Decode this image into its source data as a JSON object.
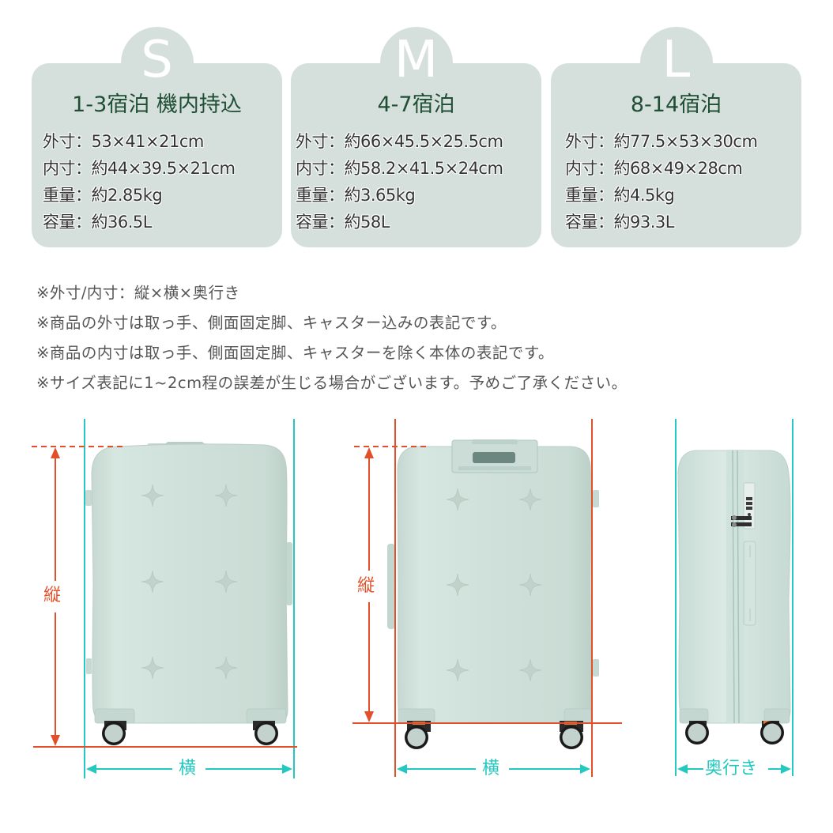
{
  "cards": [
    {
      "size": "S",
      "title": "1-3宿泊 機内持込",
      "specs": [
        "外寸：53×41×21cm",
        "内寸：約44×39.5×21cm",
        "重量：約2.85kg",
        "容量：約36.5L"
      ]
    },
    {
      "size": "M",
      "title": "4-7宿泊",
      "specs": [
        "外寸：約66×45.5×25.5cm",
        "内寸：約58.2×41.5×24cm",
        "重量：約3.65kg",
        "容量：約58L"
      ]
    },
    {
      "size": "L",
      "title": "8-14宿泊",
      "specs": [
        "外寸：約77.5×53×30cm",
        "内寸：約68×49×28cm",
        "重量：約4.5kg",
        "容量：約93.3L"
      ]
    }
  ],
  "notes": [
    "※外寸/内寸：縦×横×奥行き",
    "※商品の外寸は取っ手、側面固定脚、キャスター込みの表記です。",
    "※商品の内寸は取っ手、側面固定脚、キャスターを除く本体の表記です。",
    "※サイズ表記に1~2cm程の誤差が生じる場合がございます。予めご了承ください。"
  ],
  "diagrams": {
    "front_outer": {
      "height_label": "縦",
      "width_label": "横"
    },
    "back_inner": {
      "height_label": "縦",
      "width_label": "横"
    },
    "side": {
      "depth_label": "奥行き"
    }
  },
  "colors": {
    "card_bg": "#d5e0dc",
    "title_green": "#1f4e35",
    "dimension_red": "#e2502b",
    "dimension_cyan": "#23c9c0",
    "suitcase_body": "#cfe0da"
  }
}
